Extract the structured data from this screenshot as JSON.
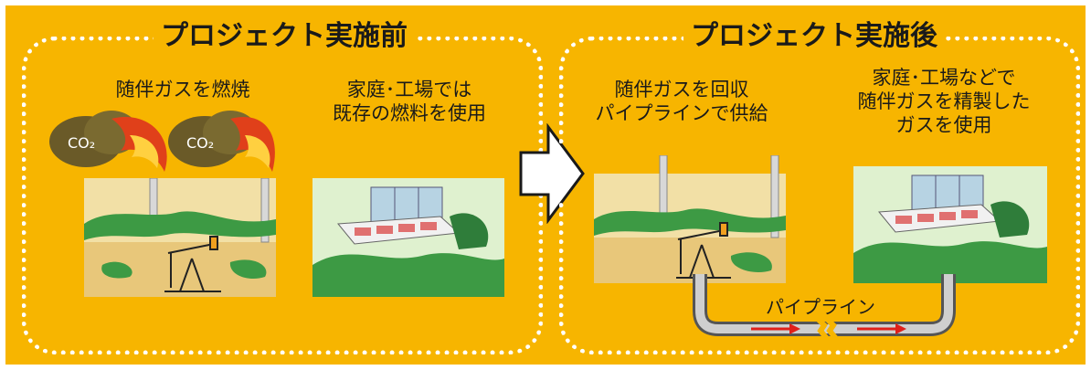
{
  "before": {
    "title": "プロジェクト実施前",
    "left_caption": "随伴ガスを燃焼",
    "right_caption_lines": [
      "家庭･工場では",
      "既存の燃料を使用"
    ],
    "co2_label": "CO₂"
  },
  "after": {
    "title": "プロジェクト実施後",
    "left_caption_lines": [
      "随伴ガスを回収",
      "パイプラインで供給"
    ],
    "right_caption_lines": [
      "家庭･工場などで",
      "随伴ガスを精製した",
      "ガスを使用"
    ],
    "pipeline_label": "パイプライン"
  },
  "colors": {
    "background": "#f7b500",
    "dotted_border": "#ffffff",
    "arrow_fill": "#ffffff"
  },
  "icons": [
    "co2-smoke-icon",
    "flare-flame-icon",
    "oil-pumpjack-icon",
    "factory-icon",
    "pipeline-arrow-icon"
  ]
}
